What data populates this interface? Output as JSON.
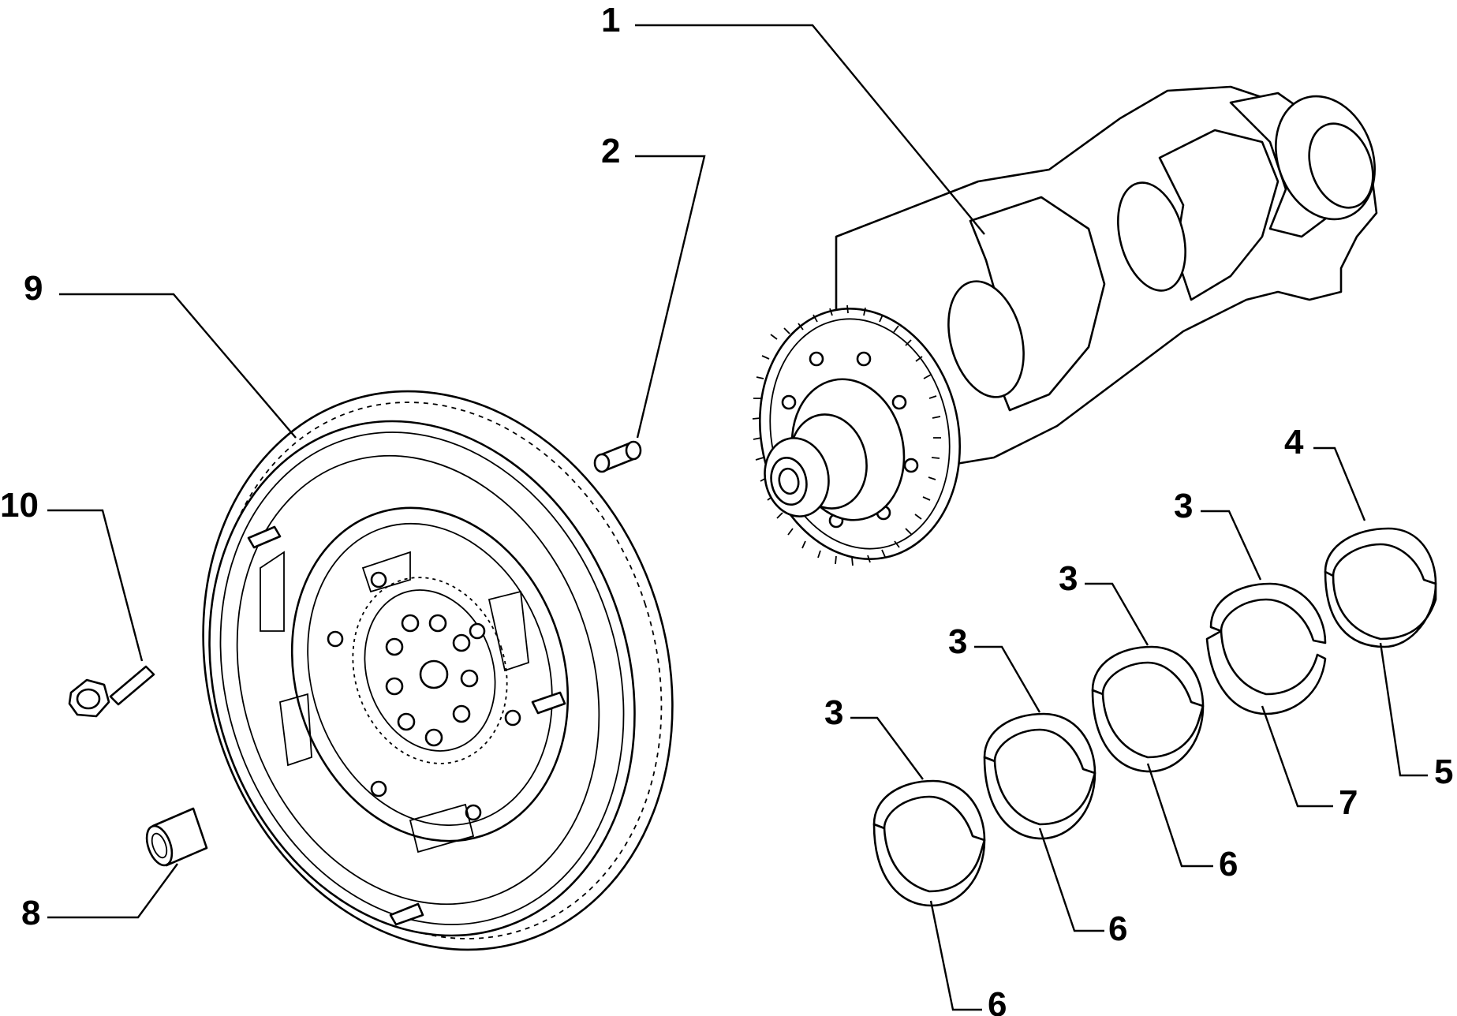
{
  "callouts": [
    {
      "id": "c1",
      "label": "1"
    },
    {
      "id": "c2",
      "label": "2"
    },
    {
      "id": "c3a",
      "label": "3"
    },
    {
      "id": "c3b",
      "label": "3"
    },
    {
      "id": "c3c",
      "label": "3"
    },
    {
      "id": "c3d",
      "label": "3"
    },
    {
      "id": "c4",
      "label": "4"
    },
    {
      "id": "c5",
      "label": "5"
    },
    {
      "id": "c6a",
      "label": "6"
    },
    {
      "id": "c6b",
      "label": "6"
    },
    {
      "id": "c6c",
      "label": "6"
    },
    {
      "id": "c7",
      "label": "7"
    },
    {
      "id": "c8",
      "label": "8"
    },
    {
      "id": "c9",
      "label": "9"
    },
    {
      "id": "c10",
      "label": "10"
    }
  ]
}
